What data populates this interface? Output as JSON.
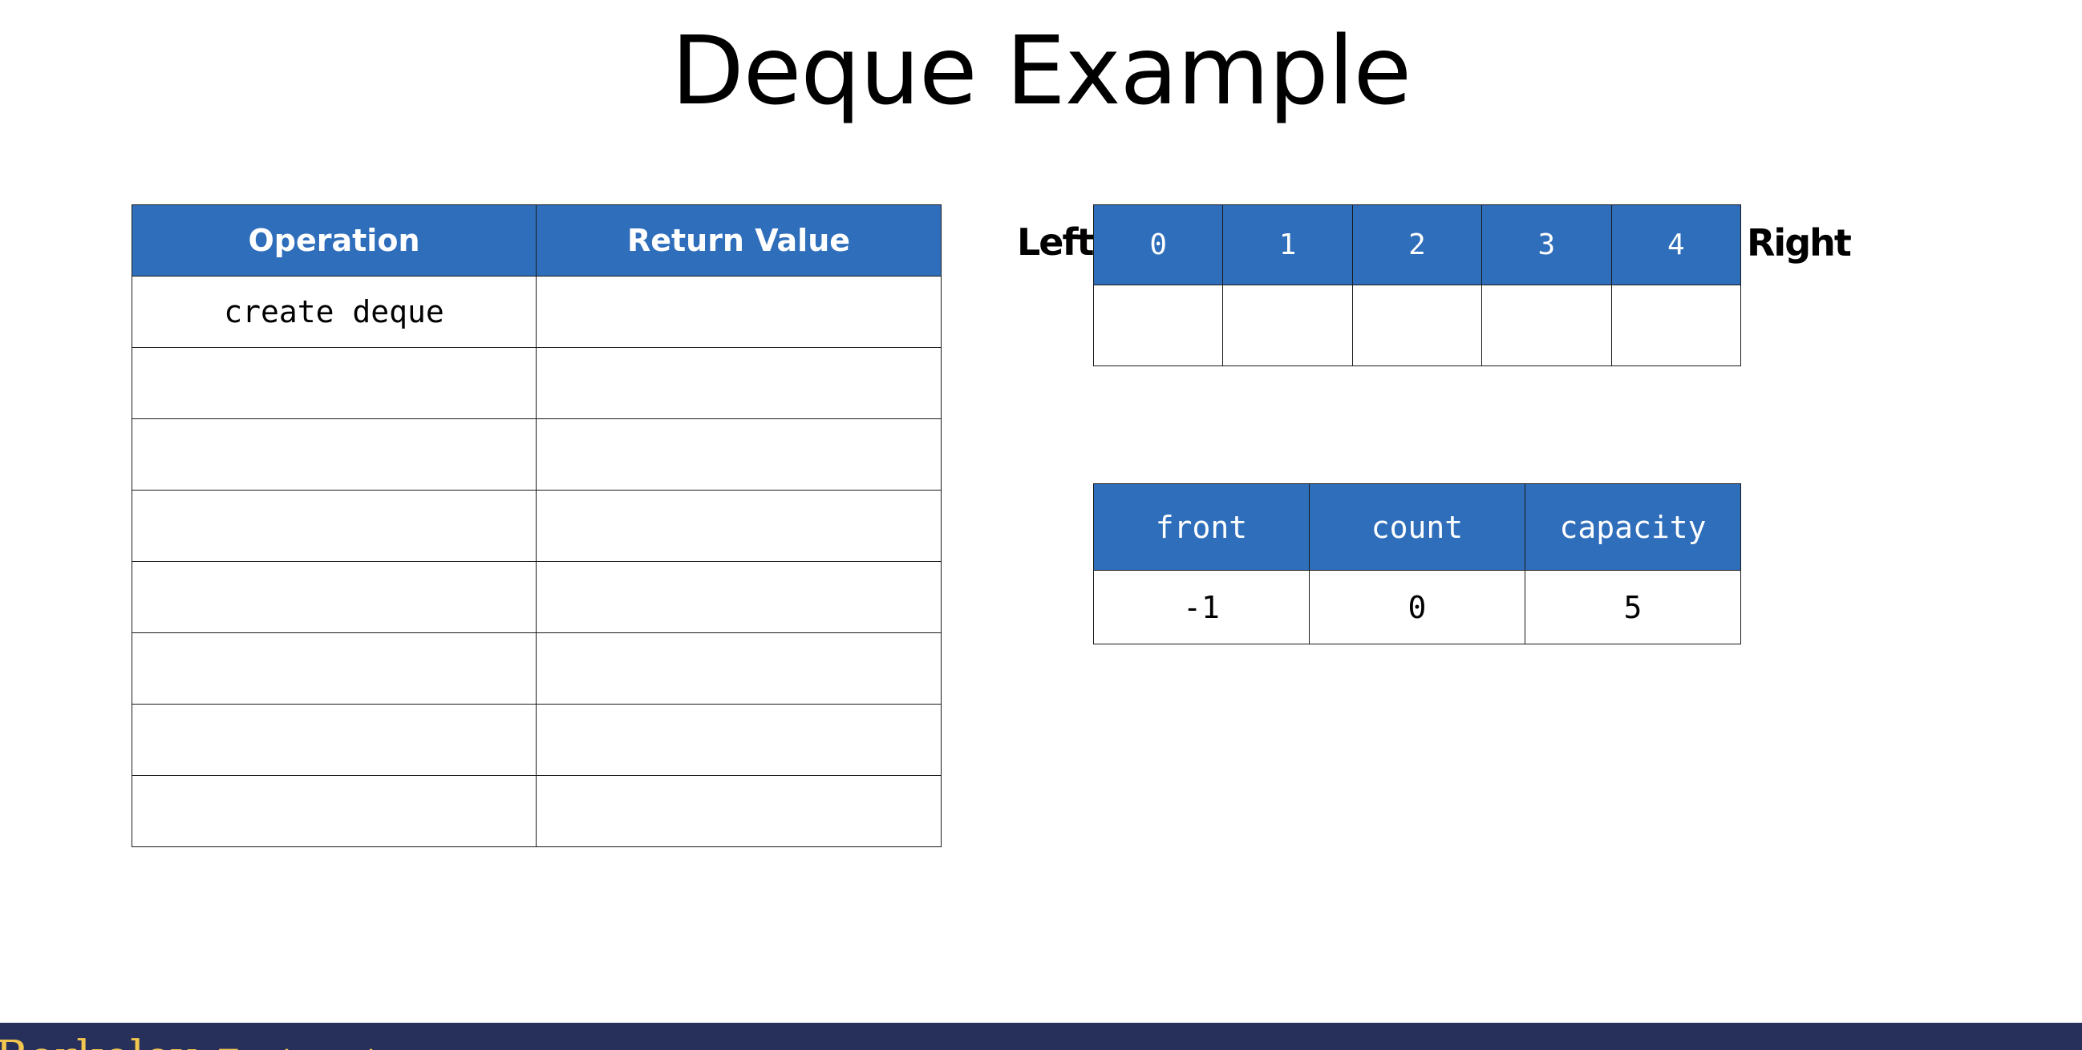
{
  "slide": {
    "title": "Deque Example"
  },
  "operations_table": {
    "headers": [
      "Operation",
      "Return Value"
    ],
    "rows": [
      [
        "create deque",
        ""
      ],
      [
        "",
        ""
      ],
      [
        "",
        ""
      ],
      [
        "",
        ""
      ],
      [
        "",
        ""
      ],
      [
        "",
        ""
      ],
      [
        "",
        ""
      ],
      [
        "",
        ""
      ]
    ]
  },
  "array": {
    "left_label": "Left",
    "right_label": "Right",
    "indices": [
      "0",
      "1",
      "2",
      "3",
      "4"
    ],
    "values": [
      "",
      "",
      "",
      "",
      ""
    ]
  },
  "state": {
    "headers": [
      "front",
      "count",
      "capacity"
    ],
    "values": [
      "-1",
      "0",
      "5"
    ]
  },
  "footer": {
    "text": "Berkeley",
    "subtext": "Engineering"
  },
  "colors": {
    "header_blue": "#2f6ebb",
    "footer_navy": "#26305a",
    "footer_gold": "#f3c64f"
  }
}
